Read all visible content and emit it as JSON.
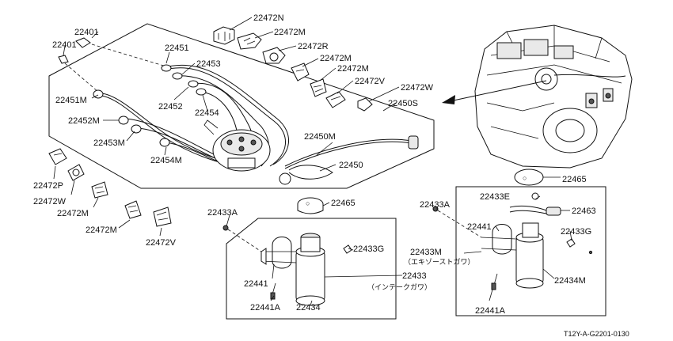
{
  "labels": {
    "p22401_top": "22401",
    "p22401_left": "22401",
    "p22472N": "22472N",
    "p22472M_1": "22472M",
    "p22472R": "22472R",
    "p22472M_2": "22472M",
    "p22472M_3": "22472M",
    "p22472V_top": "22472V",
    "p22472W_top": "22472W",
    "p22451": "22451",
    "p22453": "22453",
    "p22452": "22452",
    "p22454": "22454",
    "p22451M": "22451M",
    "p22452M": "22452M",
    "p22453M": "22453M",
    "p22454M": "22454M",
    "p22450S": "22450S",
    "p22450M": "22450M",
    "p22450": "22450",
    "p22465_mid": "22465",
    "p22465_right": "22465",
    "p22472P": "22472P",
    "p22472W_left": "22472W",
    "p22472M_4": "22472M",
    "p22472M_5": "22472M",
    "p22472V_bottom": "22472V",
    "p22433A_mid": "22433A",
    "p22433G_mid": "22433G",
    "p22441_mid": "22441",
    "p22441A_mid": "22441A",
    "p22434": "22434",
    "p22433_intake": "22433",
    "intake_side_jp": "（インテークガワ）",
    "p22433E": "22433E",
    "p22463": "22463",
    "p22433A_right": "22433A",
    "p22441_right": "22441",
    "p22433G_right": "22433G",
    "p22433M": "22433M",
    "exhaust_side_jp": "（エキゾーストガワ）",
    "p22434M": "22434M",
    "p22441A_right": "22441A",
    "code_ref": "T12Y-A-G2201-0130"
  }
}
